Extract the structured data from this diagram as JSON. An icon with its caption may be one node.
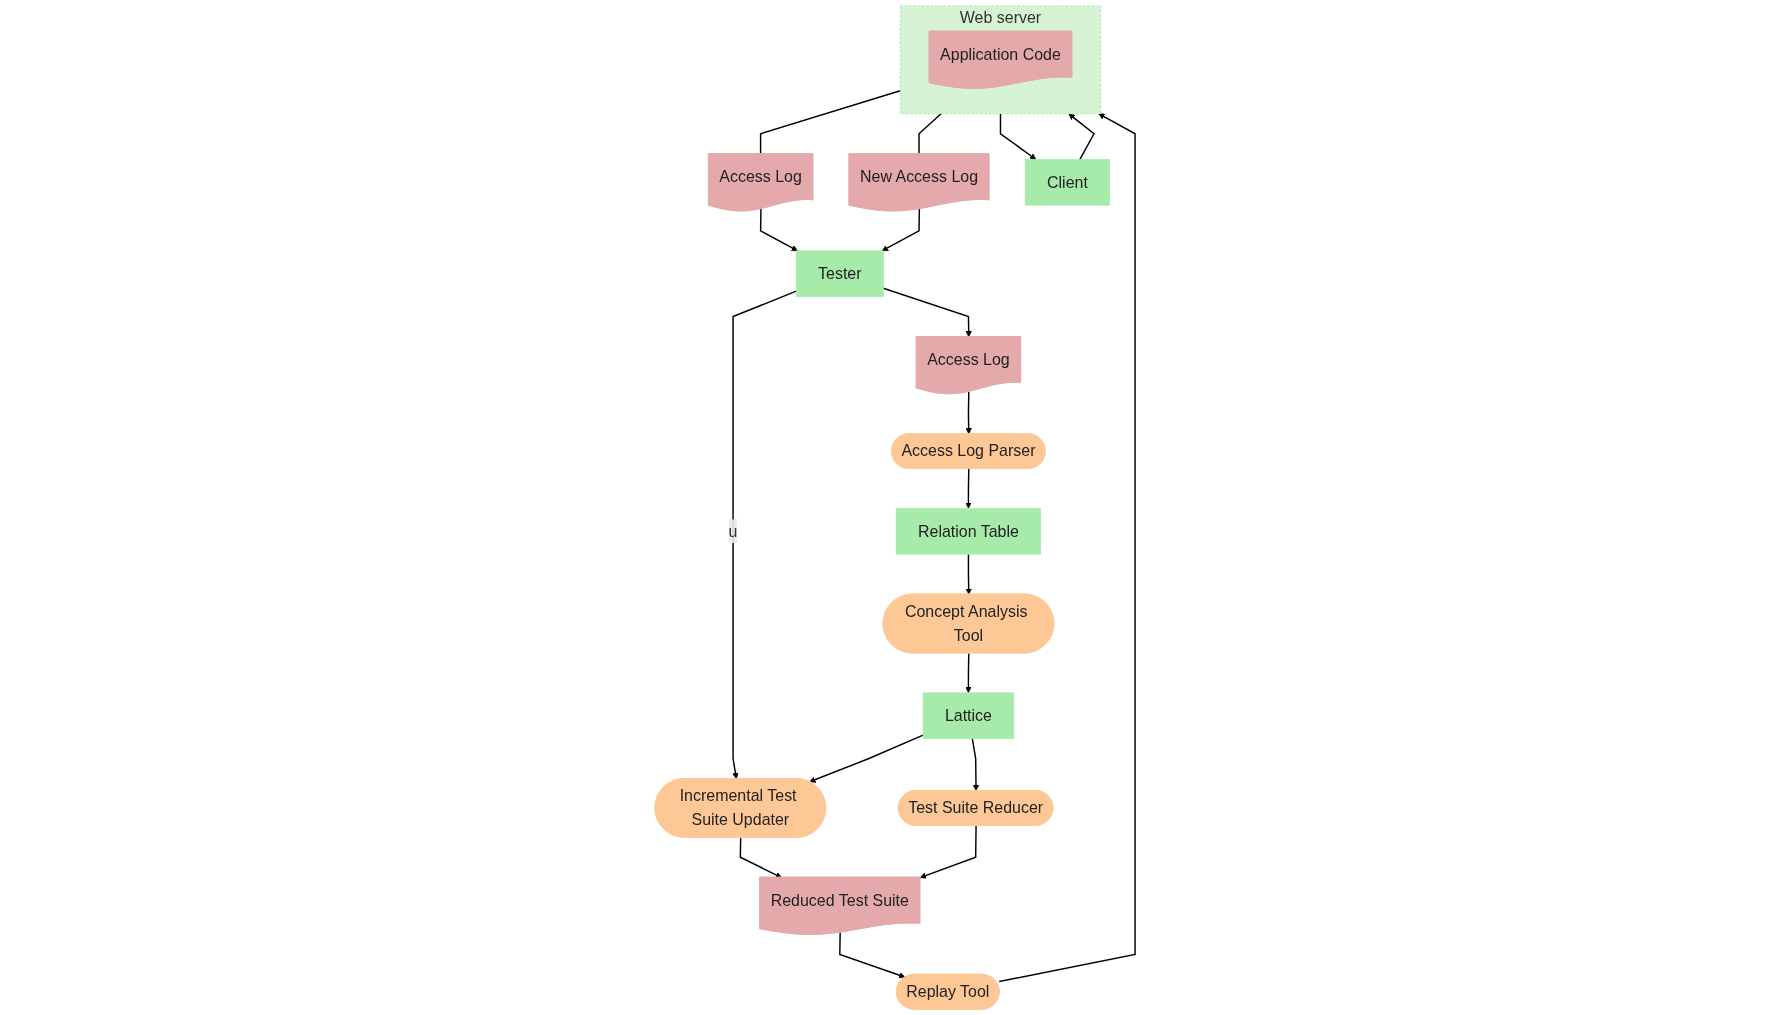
{
  "diagram": {
    "nodes": [
      {
        "text": [
          "Access Log"
        ]
      },
      {
        "text": [
          "Access Log Parser"
        ]
      },
      {
        "text": [
          "Relation Table"
        ]
      },
      {
        "text": [
          "Concept Analysis Tool"
        ]
      },
      {
        "text": [
          "Lattice"
        ]
      },
      {
        "text": [
          "Tester"
        ]
      },
      {
        "text": [
          "Access Log"
        ]
      },
      {
        "text": [
          "New Access Log"
        ]
      },
      {
        "text": [
          "Web server"
        ]
      },
      {
        "text": [
          "Application Code"
        ],
        "in": 8
      },
      {
        "text": [
          "Client"
        ]
      },
      {
        "text": [
          "Incremental Test Suite Updater"
        ]
      },
      {
        "text": [
          "Test Suite Reducer"
        ]
      },
      {
        "text": [
          "Reduced Test Suite"
        ]
      },
      {
        "text": [
          "Replay Tool"
        ]
      }
    ],
    "edges": [
      {
        "from": 5,
        "to": 0,
        "arrow": "to"
      },
      {
        "from": 0,
        "to": 1,
        "arrow": "to"
      },
      {
        "from": 1,
        "to": 2,
        "arrow": "to"
      },
      {
        "from": 2,
        "to": 3,
        "arrow": "to"
      },
      {
        "from": 3,
        "to": 4,
        "arrow": "to"
      },
      {
        "from": 8,
        "to": 6,
        "arrow": "none"
      },
      {
        "from": 6,
        "to": 5,
        "arrow": "to"
      },
      {
        "from": 8,
        "to": 7,
        "arrow": "none"
      },
      {
        "from": 7,
        "to": 5,
        "arrow": "to"
      },
      {
        "from": 10,
        "to": 8,
        "arrow": "to"
      },
      {
        "from": 8,
        "to": 10,
        "arrow": "to"
      },
      {
        "from": 5,
        "to": 11,
        "arrow": "to",
        "label": "u"
      },
      {
        "from": 4,
        "to": 11,
        "arrow": "to"
      },
      {
        "from": 4,
        "to": 12,
        "arrow": "to"
      },
      {
        "from": 11,
        "to": 13,
        "arrow": "to"
      },
      {
        "from": 12,
        "to": 13,
        "arrow": "to"
      },
      {
        "from": 13,
        "to": 14,
        "arrow": "to"
      },
      {
        "from": 14,
        "to": 8,
        "arrow": "to"
      }
    ]
  }
}
